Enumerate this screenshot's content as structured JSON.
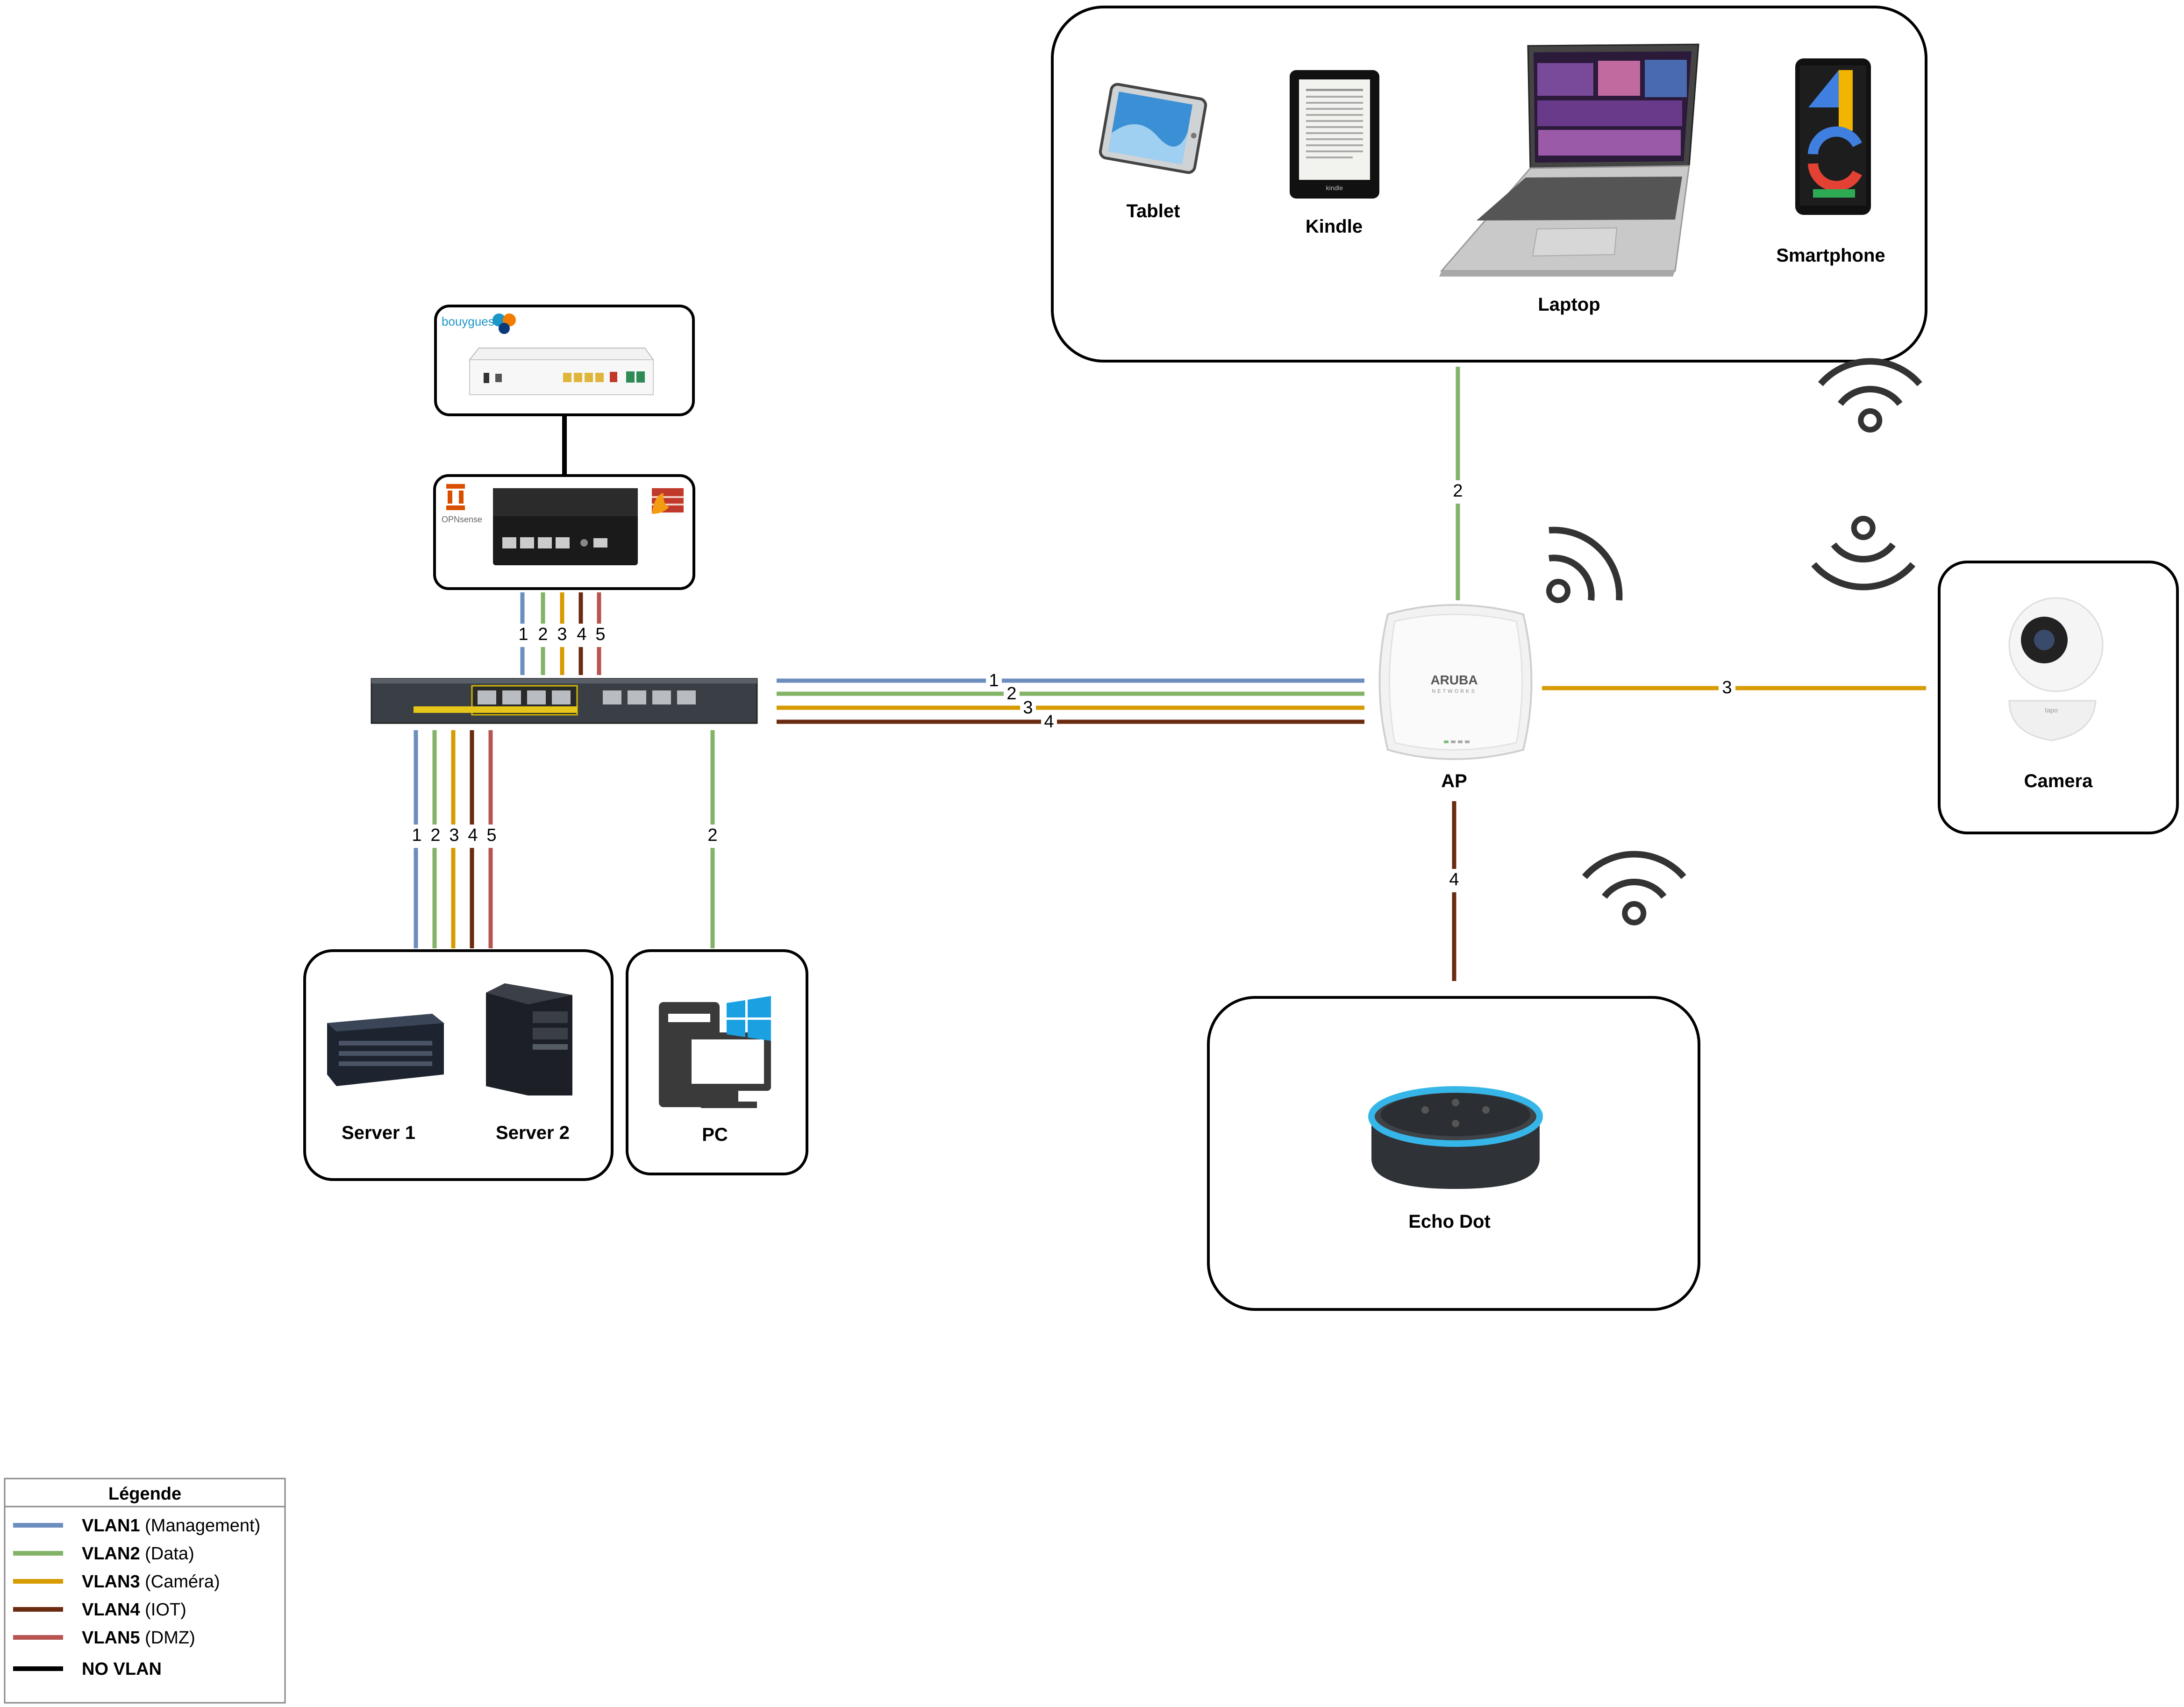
{
  "colors": {
    "vlan1": "#6c8ebf",
    "vlan2": "#82b366",
    "vlan3": "#d79b00",
    "vlan4": "#6b2b10",
    "vlan5": "#b85450",
    "no_vlan": "#000000"
  },
  "devices": {
    "isp_brand": "bouygues",
    "firewall_brand": "OPNsense",
    "ap_brand": "ARUBA",
    "ap_brand_sub": "NETWORKS",
    "kindle_brand": "kindle",
    "camera_brand": "tapo",
    "tablet": "Tablet",
    "kindle": "Kindle",
    "laptop": "Laptop",
    "smartphone": "Smartphone",
    "ap": "AP",
    "camera": "Camera",
    "echo": "Echo Dot",
    "server1": "Server 1",
    "server2": "Server 2",
    "pc": "PC"
  },
  "links": {
    "fw_switch": [
      "1",
      "2",
      "3",
      "4",
      "5"
    ],
    "switch_servers": [
      "1",
      "2",
      "3",
      "4",
      "5"
    ],
    "switch_pc": "2",
    "switch_ap": [
      "1",
      "2",
      "3",
      "4"
    ],
    "ap_clients": "2",
    "ap_camera": "3",
    "ap_echo": "4"
  },
  "legend": {
    "title": "Légende",
    "items": [
      {
        "code": "VLAN1",
        "desc": "(Management)",
        "color": "#6c8ebf"
      },
      {
        "code": "VLAN2",
        "desc": "(Data)",
        "color": "#82b366"
      },
      {
        "code": "VLAN3",
        "desc": "(Caméra)",
        "color": "#d79b00"
      },
      {
        "code": "VLAN4",
        "desc": "(IOT)",
        "color": "#6b2b10"
      },
      {
        "code": "VLAN5",
        "desc": "(DMZ)",
        "color": "#b85450"
      },
      {
        "code": "NO VLAN",
        "desc": "",
        "color": "#000000"
      }
    ]
  }
}
